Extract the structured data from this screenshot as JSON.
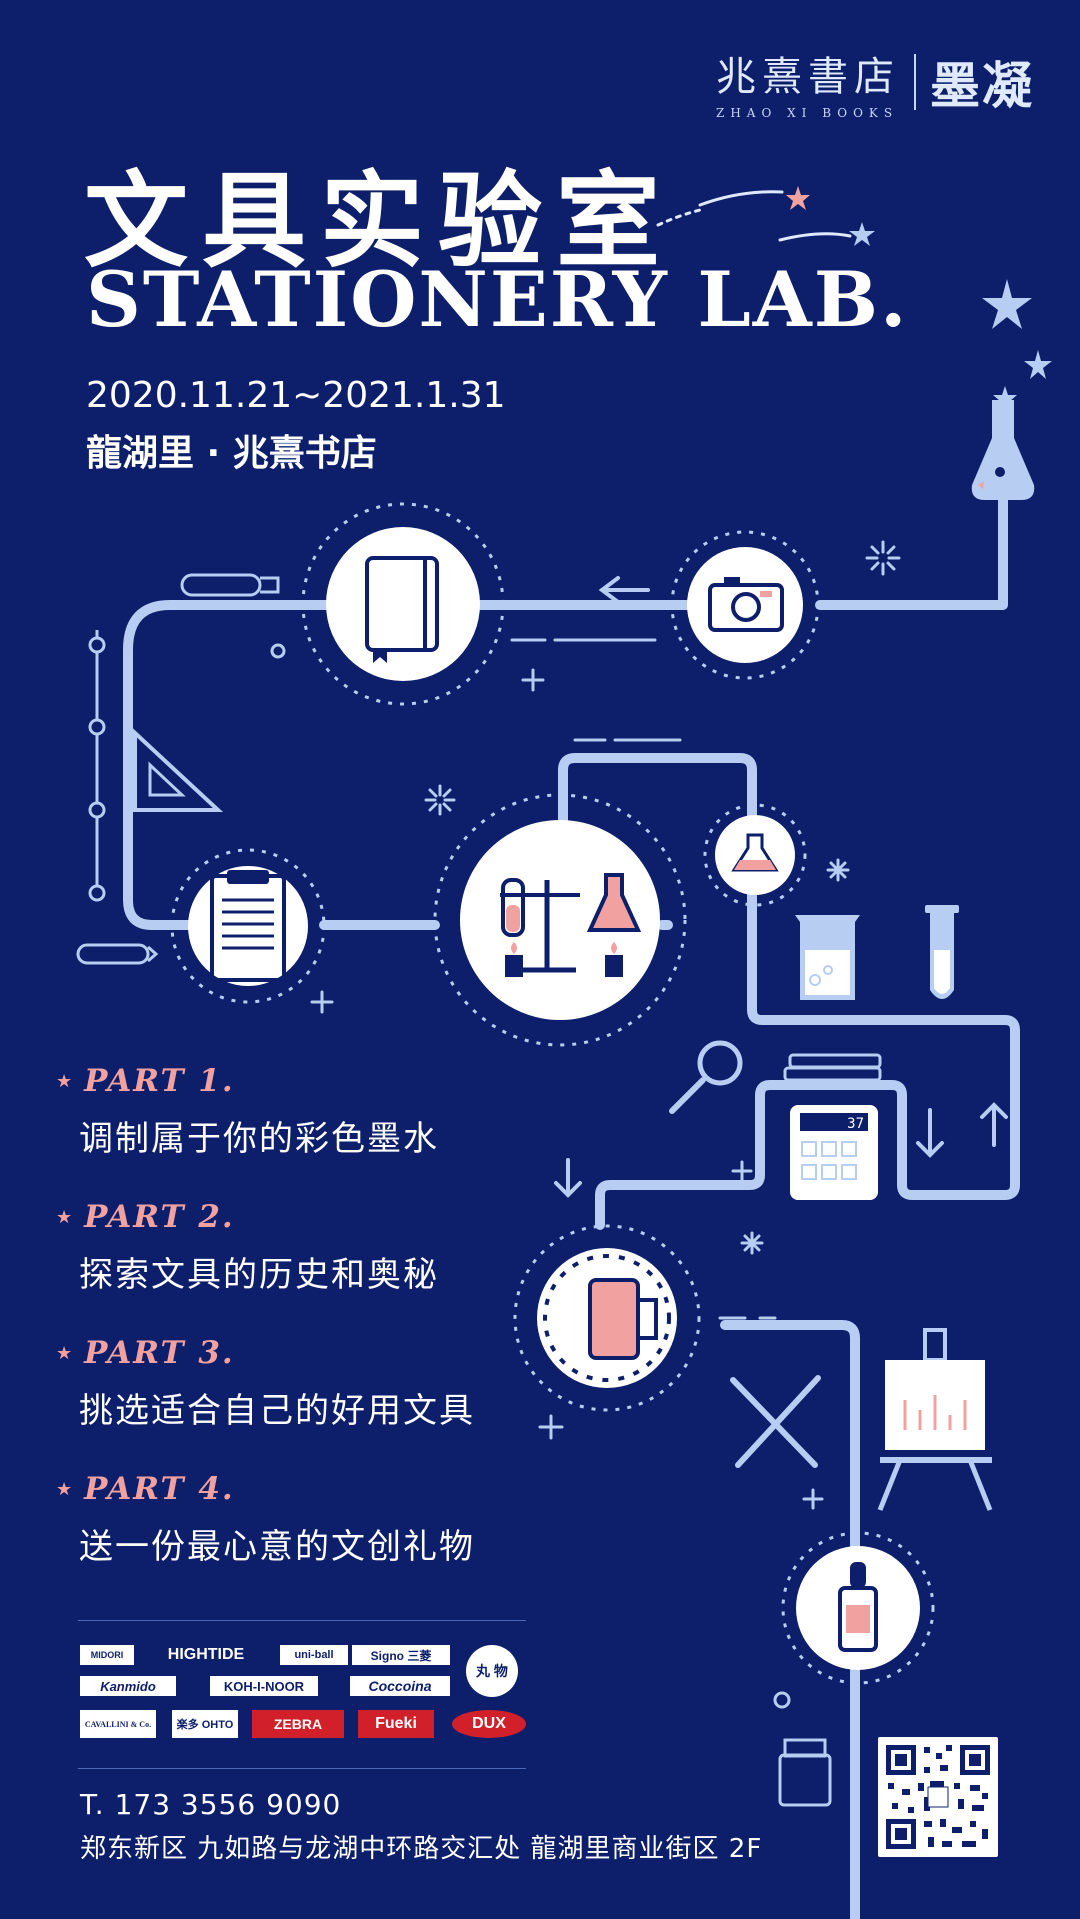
{
  "brand": {
    "name_cn": "兆熹書店",
    "name_en": "ZHAO XI BOOKS",
    "sub_brand": "墨凝"
  },
  "title": {
    "cn": "文具实验室",
    "en": "STATIONERY LAB."
  },
  "event": {
    "dates": "2020.11.21~2021.1.31",
    "venue": "龍湖里 · 兆熹书店"
  },
  "parts": [
    {
      "title": "PART 1.",
      "text": "调制属于你的彩色墨水"
    },
    {
      "title": "PART 2.",
      "text": "探索文具的历史和奥秘"
    },
    {
      "title": "PART 3.",
      "text": "挑选适合自己的好用文具"
    },
    {
      "title": "PART 4.",
      "text": "送一份最心意的文创礼物"
    }
  ],
  "sponsors": [
    "MIDORI",
    "HIGHTIDE",
    "uni-ball",
    "Signo 三菱",
    "丸 物",
    "Kanmido",
    "KOH-I-NOOR",
    "Coccoina",
    "CAVALLINI & Co.",
    "楽多 OHTO",
    "ZEBRA",
    "Fueki",
    "DUX"
  ],
  "calculator_display": "37",
  "contact": {
    "phone": "T. 173 3556 9090",
    "address": "郑东新区 九如路与龙湖中环路交汇处 龍湖里商业街区 2F"
  },
  "colors": {
    "background": "#0d1f6b",
    "pipe": "#b7cdf2",
    "accent_pink": "#f2a1a1",
    "icon_dark": "#0d1f6b"
  },
  "icons": [
    "notebook-icon",
    "camera-icon",
    "flask-icon",
    "clipboard-icon",
    "chemistry-stand-icon",
    "calculator-icon",
    "ink-bottle-icon",
    "dropper-bottle-icon",
    "easel-icon",
    "magnifier-icon",
    "beaker-icon",
    "test-tube-icon",
    "triangle-ruler-icon",
    "star-icon",
    "qr-code-icon"
  ]
}
